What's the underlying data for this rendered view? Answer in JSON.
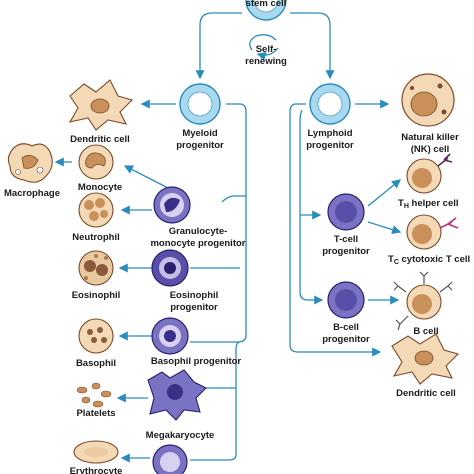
{
  "colors": {
    "line": "#2a8bbd",
    "progenitor_fill": "#a9d9f0",
    "progenitor_core": "#ffffff",
    "myeloid_cell": "#7a72c2",
    "myeloid_nucleus": "#3a2f88",
    "mature_cell": "#f3d9b5",
    "mature_nucleus": "#c9905a"
  },
  "labels": {
    "stem_cell": "stem cell",
    "self_renewing_1": "Self-",
    "self_renewing_2": "renewing",
    "myeloid_1": "Myeloid",
    "myeloid_2": "progenitor",
    "lymphoid_1": "Lymphoid",
    "lymphoid_2": "progenitor",
    "dendritic_left": "Dendritic cell",
    "macrophage": "Macrophage",
    "monocyte": "Monocyte",
    "neutrophil": "Neutrophil",
    "gm_1": "Granulocyte-",
    "gm_2": "monocyte progenitor",
    "eosinophil": "Eosinophil",
    "eos_prog_1": "Eosinophil",
    "eos_prog_2": "progenitor",
    "basophil": "Basophil",
    "baso_prog": "Basophil progenitor",
    "platelets": "Platelets",
    "megakaryocyte": "Megakaryocyte",
    "erythrocyte": "Erythrocyte",
    "nk_1": "Natural killer",
    "nk_2": "(NK) cell",
    "tcell_prog_1": "T-cell",
    "tcell_prog_2": "progenitor",
    "th_main": "T",
    "th_sub": "H",
    "th_rest": " helper cell",
    "tc_main": "T",
    "tc_sub": "C",
    "tc_rest": " cytotoxic T cell",
    "bcell_prog_1": "B-cell",
    "bcell_prog_2": "progenitor",
    "bcell": "B cell",
    "dendritic_right": "Dendritic cell"
  }
}
